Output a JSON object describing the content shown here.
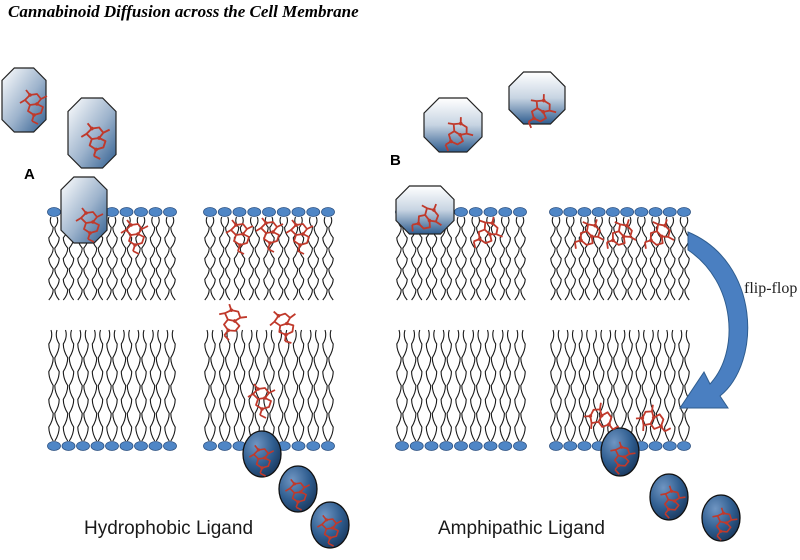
{
  "title": "Cannabinoid Diffusion across the Cell Membrane",
  "panels": {
    "a": {
      "label": "A",
      "caption": "Hydrophobic Ligand"
    },
    "b": {
      "label": "B",
      "caption": "Amphipathic Ligand"
    }
  },
  "annotations": {
    "flip_flop": "flip-flop"
  },
  "colors": {
    "lipid_head": "#4f86c6",
    "lipid_tail": "#1a1a1a",
    "ligand": "#c0392b",
    "carrier_dark": "#2f5d8f",
    "carrier_light": "#ffffff",
    "arrow": "#4a7fc1"
  }
}
